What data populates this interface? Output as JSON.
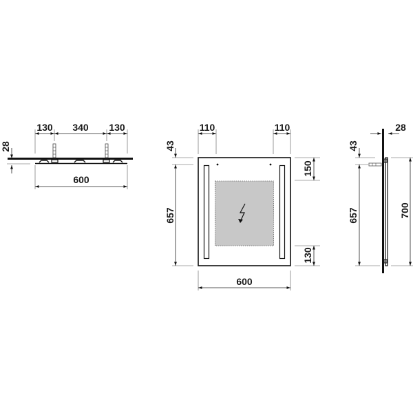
{
  "drawing": {
    "type": "technical-drawing",
    "subject": "LED mirror with lighting strips",
    "units": "mm",
    "colors": {
      "line": "#111111",
      "light_area": "#c8c8c8",
      "background": "#ffffff"
    }
  },
  "top_view": {
    "dims": {
      "left_offset": "130",
      "fixing_spacing": "340",
      "right_offset": "130",
      "thickness": "28",
      "overall_width": "600"
    }
  },
  "front_view": {
    "dims": {
      "left_fixing": "110",
      "right_fixing": "110",
      "top_offset": "43",
      "fixing_to_bottom": "657",
      "overall_width": "600",
      "light_top": "150",
      "light_bottom": "130"
    },
    "icons": {
      "electrical_zone": "lightning-bolt"
    }
  },
  "side_view": {
    "dims": {
      "depth": "28",
      "top_offset": "43",
      "fixing_to_bottom": "657",
      "overall_height": "700"
    }
  }
}
